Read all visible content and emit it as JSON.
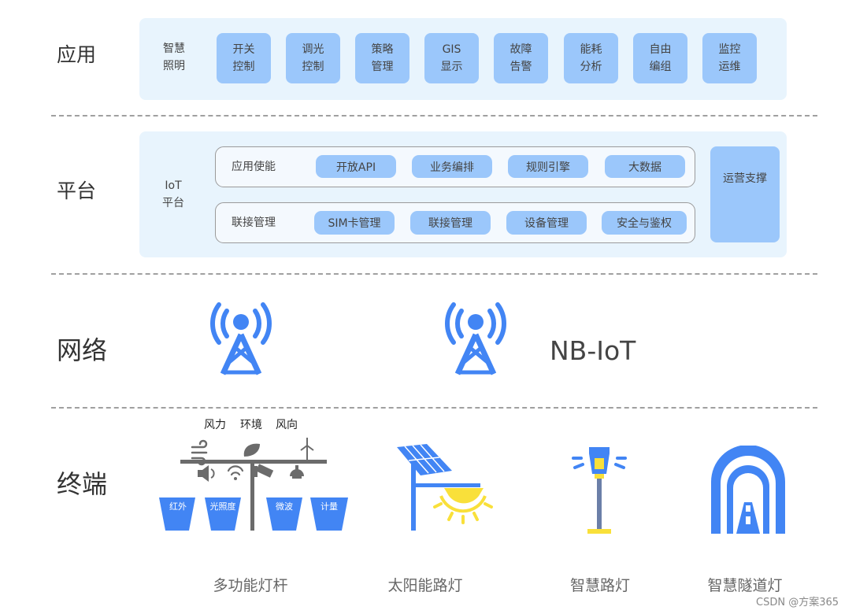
{
  "layers": {
    "app": "应用",
    "platform": "平台",
    "network": "网络",
    "terminal": "终端"
  },
  "app": {
    "group_label_1": "智慧",
    "group_label_2": "照明",
    "chips": [
      {
        "l1": "开关",
        "l2": "控制"
      },
      {
        "l1": "调光",
        "l2": "控制"
      },
      {
        "l1": "策略",
        "l2": "管理"
      },
      {
        "l1": "GIS",
        "l2": "显示"
      },
      {
        "l1": "故障",
        "l2": "告警"
      },
      {
        "l1": "能耗",
        "l2": "分析"
      },
      {
        "l1": "自由",
        "l2": "编组"
      },
      {
        "l1": "监控",
        "l2": "运维"
      }
    ]
  },
  "platform": {
    "iot_1": "IoT",
    "iot_2": "平台",
    "row1": {
      "label": "应用使能",
      "items": [
        "开放API",
        "业务编排",
        "规则引擎",
        "大数据"
      ]
    },
    "row2": {
      "label": "联接管理",
      "items": [
        "SIM卡管理",
        "联接管理",
        "设备管理",
        "安全与鉴权"
      ]
    },
    "ops": "运营支撑"
  },
  "network": {
    "label": "NB-IoT",
    "icons": [
      "signal-tower-icon",
      "signal-tower-icon"
    ]
  },
  "terminal": {
    "pole_top_labels": [
      "风力",
      "环境",
      "风向"
    ],
    "buckets": [
      "红外",
      "光照度",
      "微波",
      "计量"
    ],
    "devices": [
      "多功能灯杆",
      "太阳能路灯",
      "智慧路灯",
      "智慧隧道灯"
    ]
  },
  "watermark": "CSDN @方案365",
  "colors": {
    "accent": "#4285f4",
    "chip": "#9bc7fb",
    "panel": "#e8f4fd",
    "sun": "#f9e03a"
  }
}
